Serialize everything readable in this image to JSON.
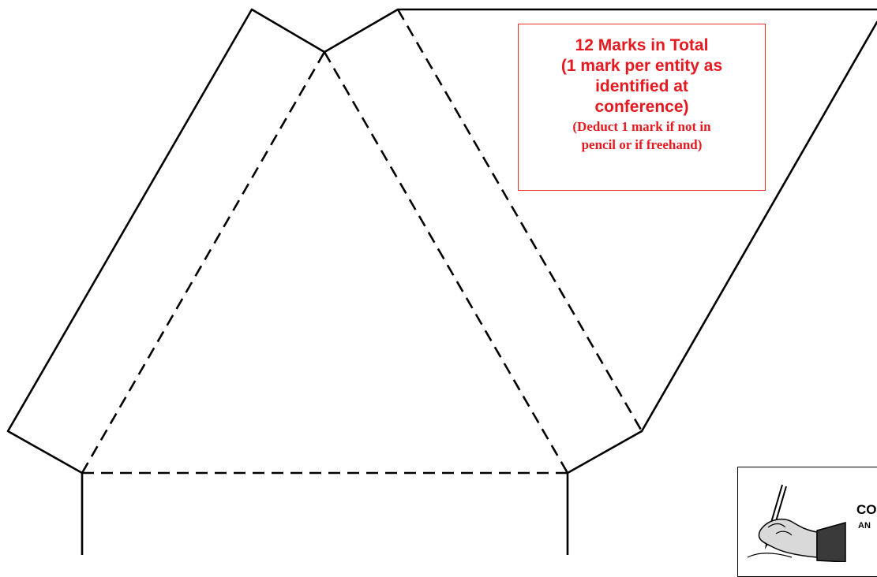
{
  "marking_note": {
    "lines": [
      "12 Marks in Total",
      "(1 mark per entity as",
      "identified at",
      "conference)"
    ],
    "deduction_lines": [
      "(Deduct 1 mark if not in",
      "pencil or if freehand)"
    ]
  },
  "stamp": {
    "title_fragment": "CO",
    "subtitle_fragment": "AN"
  },
  "colors": {
    "annotation_red": "#e8181f",
    "line_black": "#000000"
  }
}
